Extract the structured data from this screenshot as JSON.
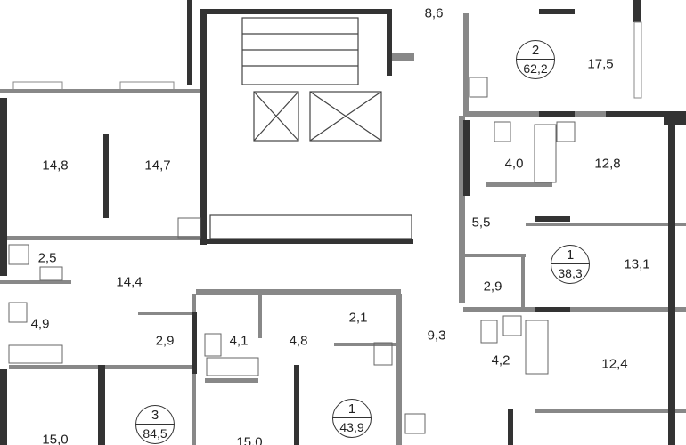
{
  "rooms": [
    {
      "area": "8,6"
    },
    {
      "area": "17,5"
    },
    {
      "area": "14,8"
    },
    {
      "area": "14,7"
    },
    {
      "area": "4,0"
    },
    {
      "area": "12,8"
    },
    {
      "area": "5,5"
    },
    {
      "area": "2,5"
    },
    {
      "area": "14,4"
    },
    {
      "area": "13,1"
    },
    {
      "area": "2,9"
    },
    {
      "area": "4,9"
    },
    {
      "area": "2,9"
    },
    {
      "area": "4,1"
    },
    {
      "area": "4,8"
    },
    {
      "area": "2,1"
    },
    {
      "area": "9,3"
    },
    {
      "area": "4,2"
    },
    {
      "area": "12,4"
    },
    {
      "area": "15,0"
    },
    {
      "area": "15,0"
    }
  ],
  "apartments": [
    {
      "rooms": "2",
      "area": "62,2"
    },
    {
      "rooms": "1",
      "area": "38,3"
    },
    {
      "rooms": "3",
      "area": "84,5"
    },
    {
      "rooms": "1",
      "area": "43,9"
    }
  ]
}
